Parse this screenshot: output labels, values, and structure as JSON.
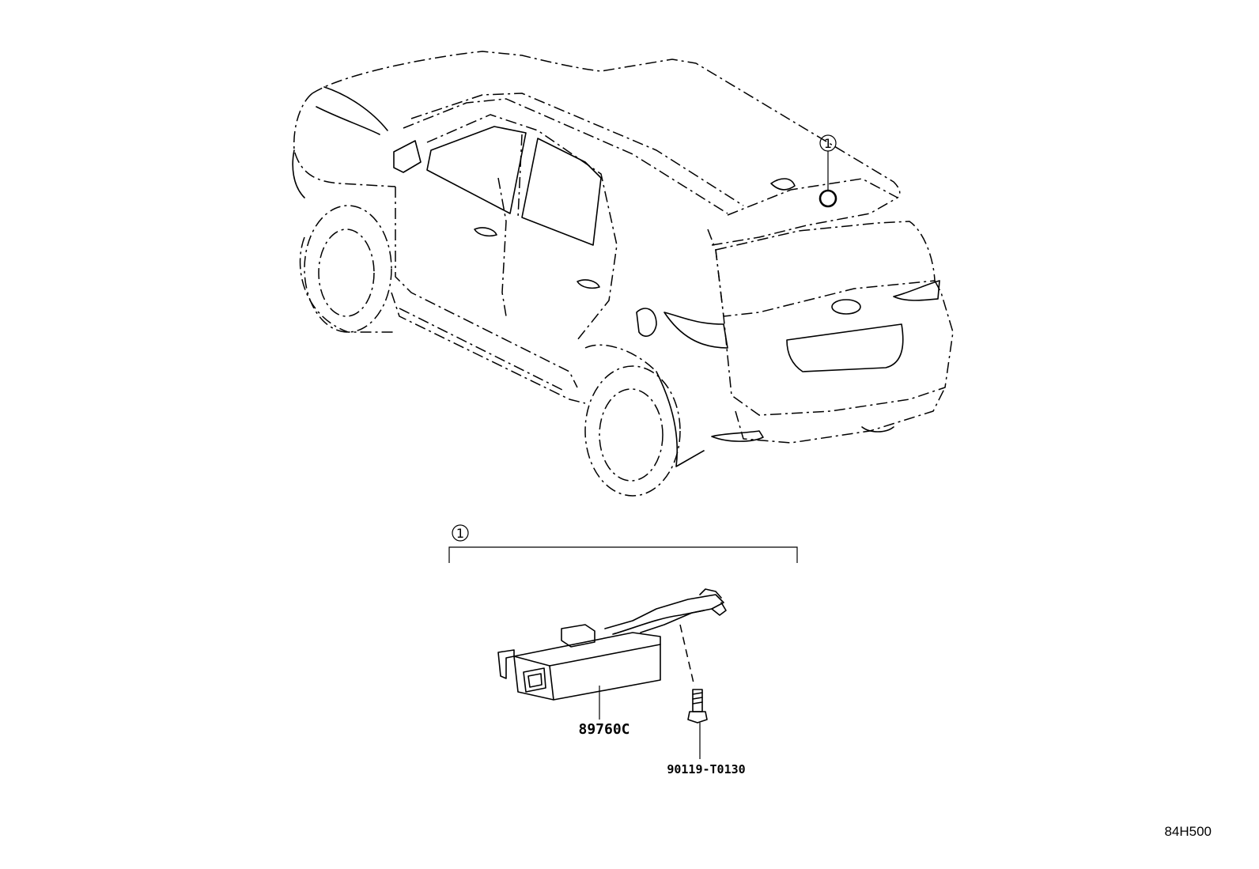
{
  "diagram": {
    "callout_vehicle": "1",
    "callout_assembly": "1",
    "parts": [
      {
        "number": "89760C"
      },
      {
        "number": "90119-T0130"
      }
    ],
    "diagram_code": "84H500"
  }
}
